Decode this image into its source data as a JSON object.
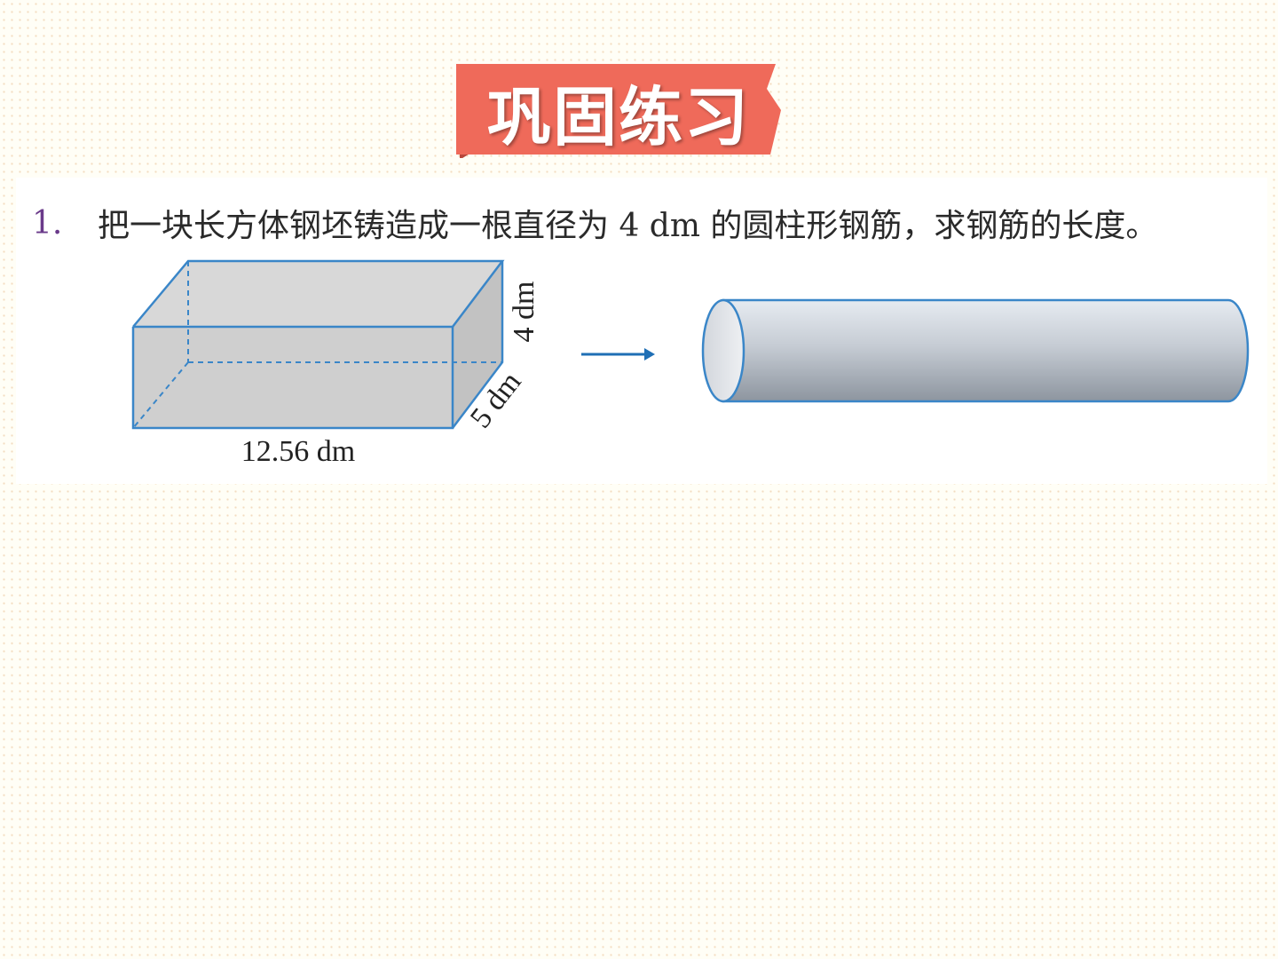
{
  "banner": {
    "title": "巩固练习",
    "color": "#ef6a5a"
  },
  "question": {
    "number": "1.",
    "text": "把一块长方体钢坯铸造成一根直径为 4 dm 的圆柱形钢筋，求钢筋的长度。"
  },
  "figure": {
    "length_label": "12.56 dm",
    "height_label": "4 dm",
    "width_label": "5 dm",
    "arrow_icon": "right-arrow-icon",
    "edge_color": "#3a86c8",
    "box_fill": "#cfcfcf",
    "cylinder_fill": "#c8ced6"
  }
}
